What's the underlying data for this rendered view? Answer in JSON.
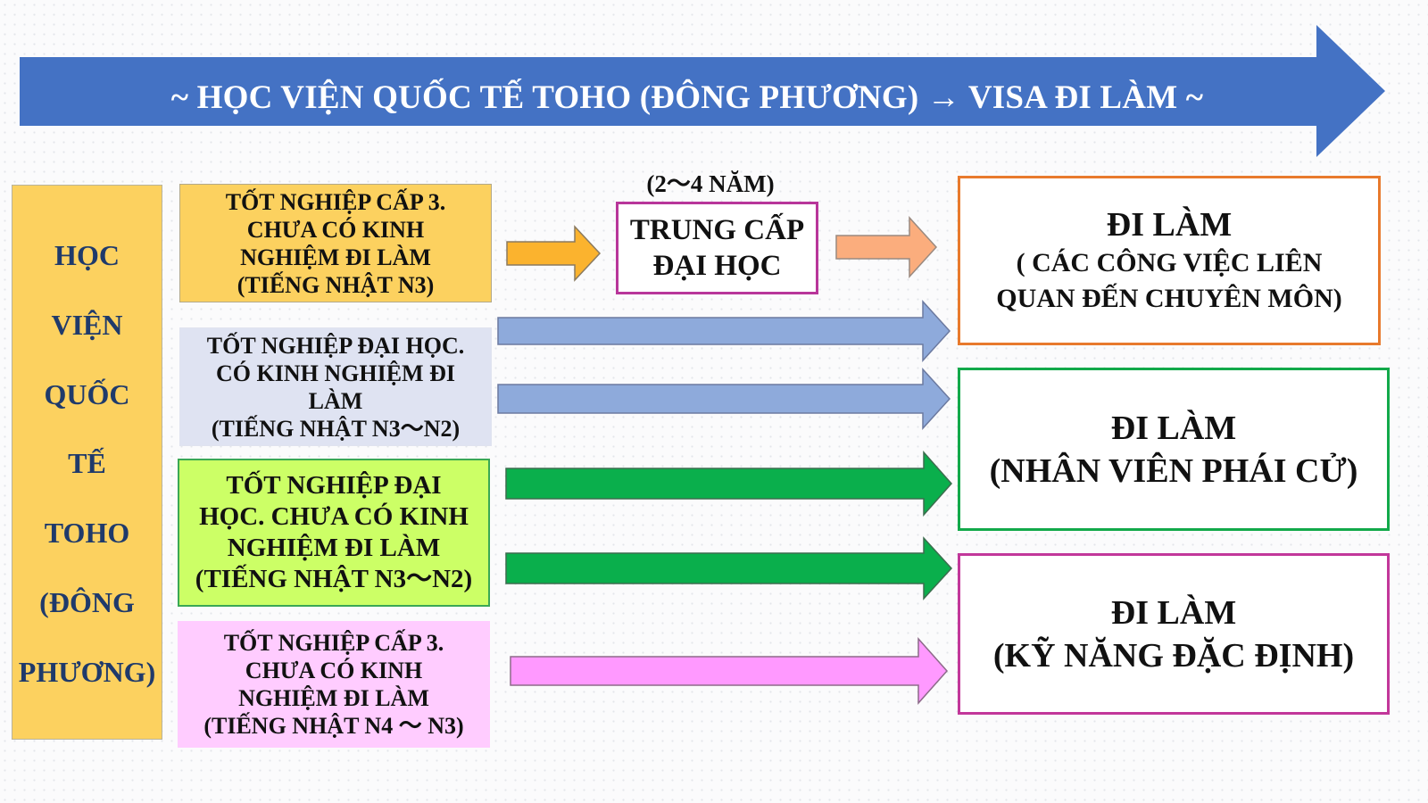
{
  "banner": {
    "text": "~ HỌC VIỆN QUỐC TẾ TOHO (ĐÔNG PHƯƠNG) → VISA ĐI LÀM ~",
    "color": "#4472c4"
  },
  "school": {
    "lines": [
      "HỌC",
      "VIỆN",
      "QUỐC",
      "TẾ",
      "TOHO",
      "(ĐÔNG",
      "PHƯƠNG)"
    ]
  },
  "sources": [
    {
      "lines": [
        "TỐT NGHIỆP CẤP 3.",
        "CHƯA CÓ KINH",
        "NGHIỆM ĐI LÀM",
        "(TIẾNG NHẬT N3)"
      ]
    },
    {
      "lines": [
        "TỐT NGHIỆP ĐẠI HỌC.",
        "CÓ KINH NGHIỆM ĐI",
        "LÀM",
        "(TIẾNG NHẬT N3〜N2)"
      ]
    },
    {
      "lines": [
        "TỐT NGHIỆP ĐẠI",
        "HỌC. CHƯA CÓ KINH",
        "NGHIỆM ĐI LÀM",
        "(TIẾNG NHẬT N3〜N2)"
      ]
    },
    {
      "lines": [
        "TỐT NGHIỆP CẤP 3.",
        "CHƯA CÓ KINH",
        "NGHIỆM ĐI LÀM",
        "(TIẾNG NHẬT N4 〜 N3)"
      ]
    }
  ],
  "intermediate": {
    "duration": "(2〜4 NĂM)",
    "lines": [
      "TRUNG CẤP",
      "ĐẠI HỌC"
    ]
  },
  "destinations": [
    {
      "lines": [
        "ĐI LÀM",
        "( CÁC CÔNG VIỆC LIÊN",
        "QUAN ĐẾN CHUYÊN MÔN)"
      ]
    },
    {
      "lines": [
        "ĐI LÀM",
        "(NHÂN VIÊN PHÁI CỬ)"
      ]
    },
    {
      "lines": [
        "ĐI LÀM",
        "(KỸ NĂNG ĐẶC ĐỊNH)"
      ]
    }
  ],
  "arrow_colors": {
    "orange": "#fbb32e",
    "peach": "#fbad7d",
    "blue": "#8eaadb",
    "green": "#0aaf4c",
    "pink": "#ff99ff"
  }
}
